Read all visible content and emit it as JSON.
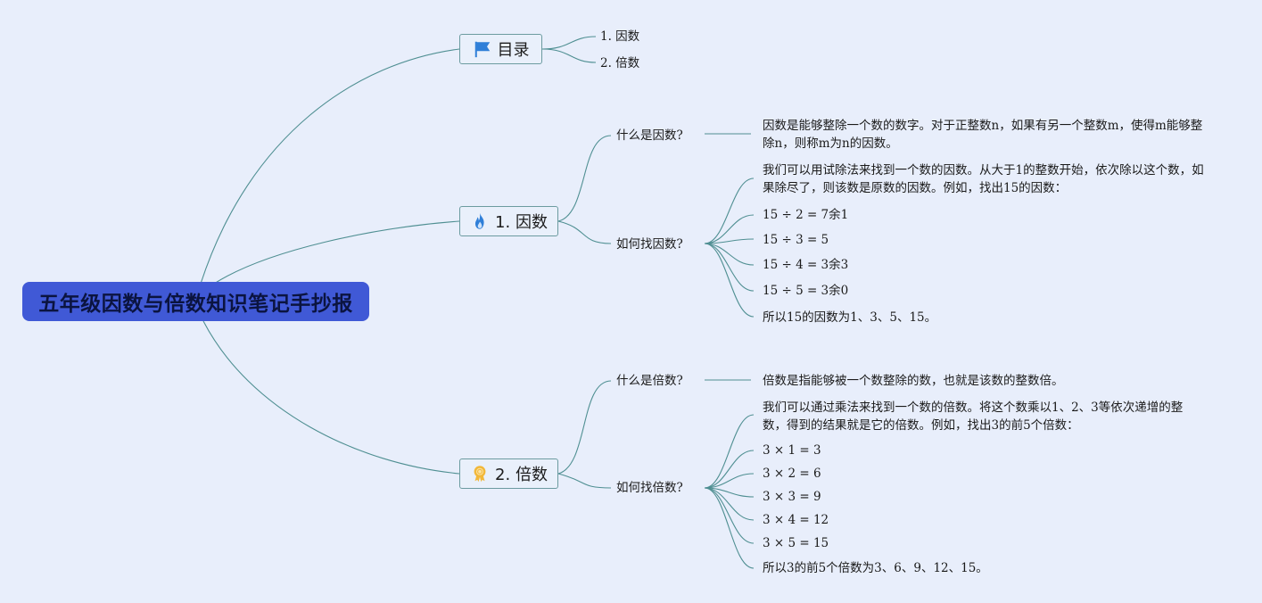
{
  "root": {
    "title": "五年级因数与倍数知识笔记手抄报"
  },
  "toc": {
    "label": "目录",
    "items": [
      "1. 因数",
      "2. 倍数"
    ]
  },
  "factors": {
    "label": "1. 因数",
    "what": {
      "question": "什么是因数?",
      "answer": "因数是能够整除一个数的数字。对于正整数n，如果有另一个整数m，使得m能够整除n，则称m为n的因数。"
    },
    "how": {
      "question": "如何找因数?",
      "intro": "我们可以用试除法来找到一个数的因数。从大于1的整数开始，依次除以这个数，如果除尽了，则该数是原数的因数。例如，找出15的因数：",
      "steps": [
        "15 ÷ 2 = 7余1",
        "15 ÷ 3 = 5",
        "15 ÷ 4 = 3余3",
        "15 ÷ 5 = 3余0"
      ],
      "conclusion": "所以15的因数为1、3、5、15。"
    }
  },
  "multiples": {
    "label": "2. 倍数",
    "what": {
      "question": "什么是倍数?",
      "answer": "倍数是指能够被一个数整除的数，也就是该数的整数倍。"
    },
    "how": {
      "question": "如何找倍数?",
      "intro": "我们可以通过乘法来找到一个数的倍数。将这个数乘以1、2、3等依次递增的整数，得到的结果就是它的倍数。例如，找出3的前5个倍数：",
      "steps": [
        "3 × 1 = 3",
        "3 × 2 = 6",
        "3 × 3 = 9",
        "3 × 4 = 12",
        "3 × 5 = 15"
      ],
      "conclusion": "所以3的前5个倍数为3、6、9、12、15。"
    }
  },
  "colors": {
    "root_bg": "#4059d6",
    "background": "#e8eefb",
    "link": "#4f8f92"
  },
  "icons": {
    "toc": "flag-icon",
    "factors": "fire-icon",
    "multiples": "award-icon"
  }
}
